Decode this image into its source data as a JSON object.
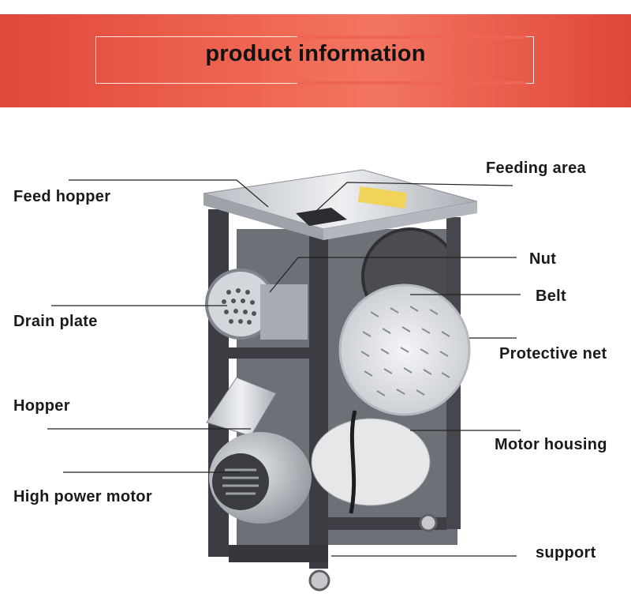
{
  "header": {
    "title": "product information"
  },
  "labels": {
    "feed_hopper": "Feed hopper",
    "drain_plate": "Drain plate",
    "hopper": "Hopper",
    "high_power_motor": "High power motor",
    "feeding_area": "Feeding area",
    "nut": "Nut",
    "belt": "Belt",
    "protective_net": "Protective net",
    "motor_housing": "Motor housing",
    "support": "support"
  },
  "colors": {
    "banner": "#ee5a48",
    "frame": "#3b3d42",
    "steel": "#c9ccd1",
    "text": "#1a1a1a"
  }
}
